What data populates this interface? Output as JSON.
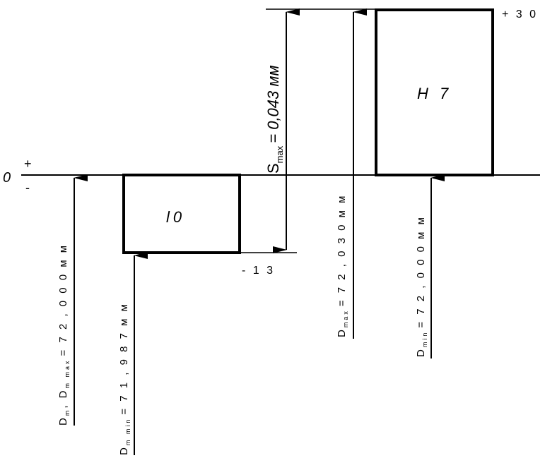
{
  "zero_line": {
    "zero": "0",
    "plus": "+",
    "minus": "-"
  },
  "hole_zone": {
    "name": "H 7",
    "upper_dev": "+ 3 0"
  },
  "shaft_zone": {
    "name": "l0",
    "lower_dev": "- 1 3"
  },
  "clearance": {
    "symbol": "S",
    "subscript": "max",
    "value": "= 0,043 мм"
  },
  "dims": {
    "hole_max": {
      "symbol": "D",
      "subscript": "max",
      "value": "= 7 2 , 0 3 0   м м"
    },
    "hole_min": {
      "symbol": "D",
      "subscript": "min",
      "value": "= 7 2 , 0 0 0   м м"
    },
    "shaft_min": {
      "symbol": "D",
      "subscript": "m min",
      "value": "= 7 1 , 9 8 7   м м"
    },
    "nominal": {
      "symbol": "D",
      "sub1": "m",
      "sep": ", D",
      "sub2": "m max",
      "value": "= 7 2 , 0 0 0   м м"
    }
  }
}
